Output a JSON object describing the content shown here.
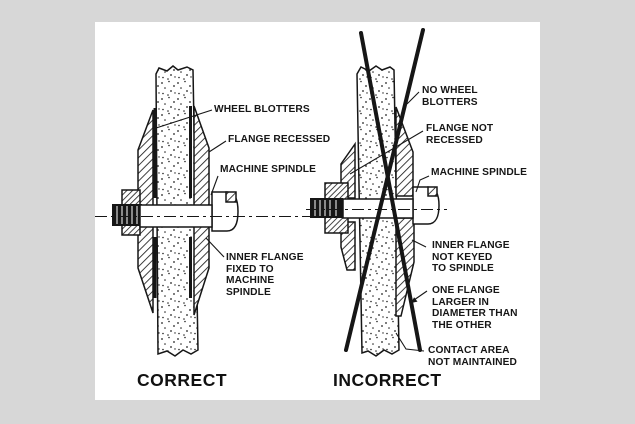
{
  "colors": {
    "background": "#d7d7d7",
    "panel": "#ffffff",
    "ink": "#161616"
  },
  "left_diagram": {
    "caption": "CORRECT",
    "labels": {
      "wheel_blotters": "WHEEL BLOTTERS",
      "flange_recessed": "FLANGE RECESSED",
      "machine_spindle": "MACHINE SPINDLE",
      "inner_flange_fixed": "INNER FLANGE\nFIXED TO\nMACHINE\nSPINDLE"
    }
  },
  "right_diagram": {
    "caption": "INCORRECT",
    "labels": {
      "no_wheel_blotters": "NO WHEEL\nBLOTTERS",
      "flange_not_recessed": "FLANGE NOT\nRECESSED",
      "machine_spindle": "MACHINE SPINDLE",
      "inner_flange_not_keyed": "INNER FLANGE\nNOT KEYED\nTO SPINDLE",
      "one_flange_larger": "ONE FLANGE\nLARGER IN\nDIAMETER THAN\nTHE OTHER",
      "contact_area": "CONTACT AREA\nNOT MAINTAINED"
    }
  }
}
